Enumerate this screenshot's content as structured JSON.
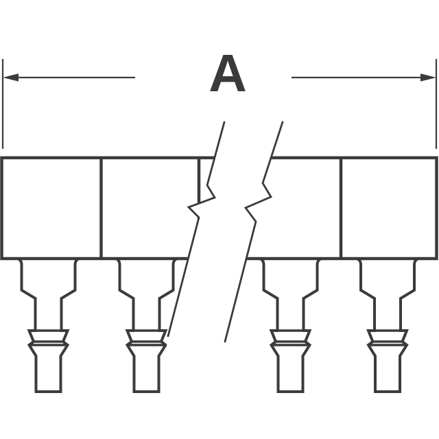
{
  "figure": {
    "dimension_label": "A",
    "visible_pin_count": 4,
    "visible_body_sections": 4
  },
  "colors": {
    "line": "#3b3b3d",
    "background": "#ffffff",
    "label": "#3a3a3c"
  }
}
